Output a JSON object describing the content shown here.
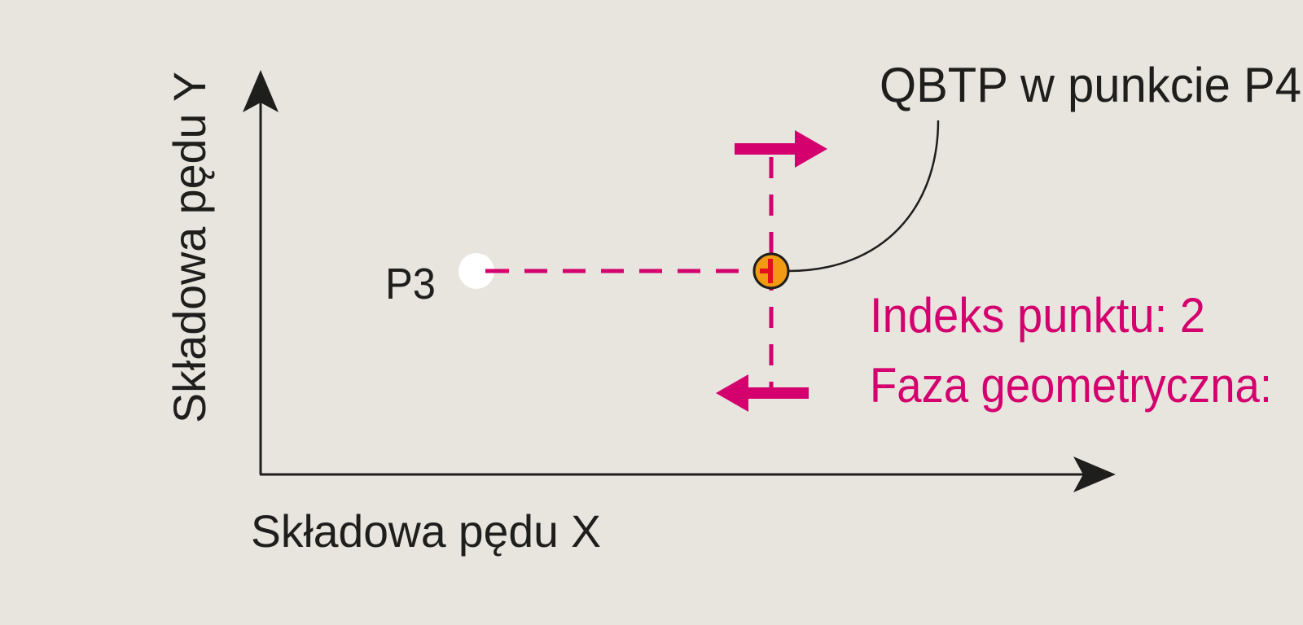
{
  "axes": {
    "x_label": "Składowa pędu X",
    "y_label": "Składowa pędu Y"
  },
  "points": {
    "p3_label": "P3",
    "callout_label": "QBTP w punkcie P4"
  },
  "info": {
    "index_line": "Indeks punktu: 2",
    "phase_line": "Faza geometryczna:"
  },
  "colors": {
    "background": "#e8e5df",
    "magenta": "#d4006e",
    "orange": "#f29b12",
    "red": "#e0101e",
    "ink": "#1e1e1c"
  }
}
